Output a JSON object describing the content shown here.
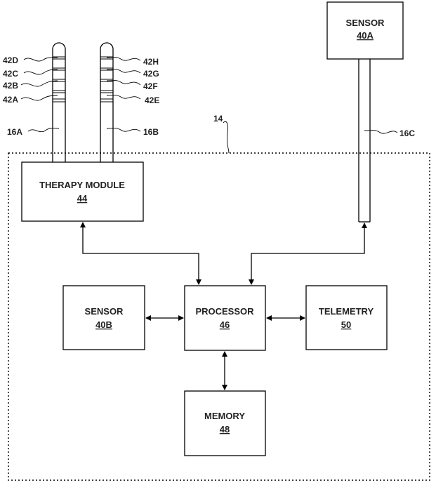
{
  "housing": {
    "ref": "14"
  },
  "blocks": {
    "sensor_a": {
      "label": "SENSOR",
      "ref": "40A"
    },
    "therapy": {
      "label": "THERAPY MODULE",
      "ref": "44"
    },
    "sensor_b": {
      "label": "SENSOR",
      "ref": "40B"
    },
    "processor": {
      "label": "PROCESSOR",
      "ref": "46"
    },
    "telemetry": {
      "label": "TELEMETRY",
      "ref": "50"
    },
    "memory": {
      "label": "MEMORY",
      "ref": "48"
    }
  },
  "leads": {
    "a": "16A",
    "b": "16B",
    "c": "16C"
  },
  "electrodes": {
    "d": "42D",
    "c": "42C",
    "b": "42B",
    "a": "42A",
    "h": "42H",
    "g": "42G",
    "f": "42F",
    "e": "42E"
  }
}
